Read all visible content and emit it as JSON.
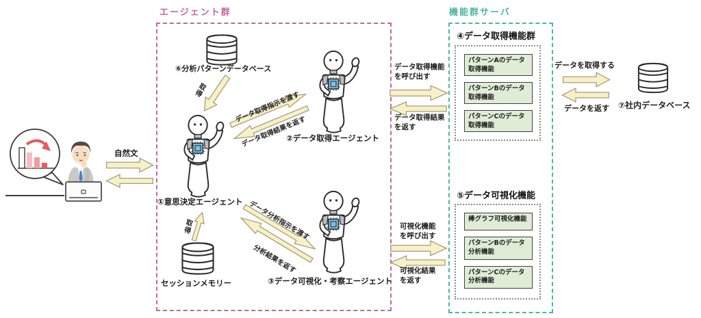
{
  "agent_group": {
    "label": "エージェント群",
    "analysis_pattern_db": "⑥分析パターンデータベース",
    "acquire_from_db": "取得",
    "decision_agent": "①意思決定エージェント",
    "data_agent": "②データ取得エージェント",
    "viz_agent": "③データ可視化・考察エージェント",
    "session_memory": "セッションメモリー",
    "acquire_from_session": "取得",
    "pass_data_instruction": "データ取得指示を渡す",
    "return_data_result": "データ取得結果を返す",
    "pass_analysis_instruction": "データ分析指示を渡す",
    "return_analysis_result": "分析結果を返す"
  },
  "user_section": {
    "natural_language": "自然文"
  },
  "server": {
    "label": "機能群サーバ",
    "call_data_function": "データ取得機能を呼び出す",
    "return_data_result": "データ取得結果を返す",
    "call_viz_function": "可視化機能を呼び出す",
    "return_viz_result": "可視化結果を返す",
    "data_function_group": {
      "title": "④データ取得機能群",
      "items": [
        "パターンAのデータ取得機能",
        "パターンBのデータ取得機能",
        "パターンCのデータ取得機能"
      ]
    },
    "viz_function_group": {
      "title": "⑤データ可視化機能",
      "items": [
        "棒グラフ可視化機能",
        "パターンBのデータ分析機能",
        "パターンCのデータ分析機能"
      ]
    }
  },
  "internal_db": {
    "fetch_data": "データを取得する",
    "return_data": "データを返す",
    "label": "⑦社内データベース"
  },
  "colors": {
    "agent_frame": "#c4679b",
    "server_frame": "#4db5a2",
    "arrow_fill": "#f8f0c8",
    "arrow_border": "#a79e79",
    "function_box_fill": "#e0edd6",
    "chip_blue": "#7cc0e8",
    "chart_red": "#e85a60"
  }
}
